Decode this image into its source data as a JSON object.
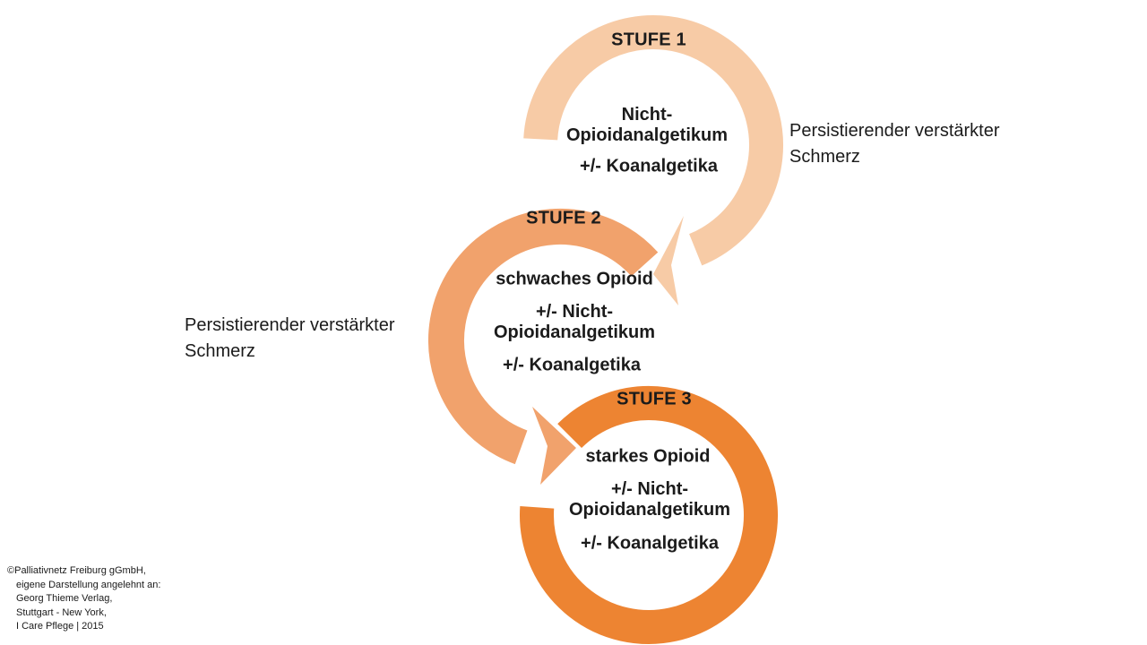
{
  "diagram": {
    "kind": "who-pain-ladder-cycle",
    "text_color": "#1B1B1B"
  },
  "stages": [
    {
      "label": "STUFE 1",
      "color": "#F7CBA6",
      "lines": [
        "Nicht-\nOpioidanalgetikum",
        "+/- Koanalgetika"
      ]
    },
    {
      "label": "STUFE 2",
      "color": "#F1A26C",
      "lines": [
        "schwaches Opioid",
        "+/- Nicht-\nOpioidanalgetikum",
        "+/- Koanalgetika"
      ]
    },
    {
      "label": "STUFE 3",
      "color": "#ED8432",
      "lines": [
        "starkes Opioid",
        "+/- Nicht-\nOpioidanalgetikum",
        "+/- Koanalgetika"
      ]
    }
  ],
  "annotations": {
    "right": "Persistierender verstärkter\nSchmerz",
    "left": "Persistierender verstärkter\nSchmerz"
  },
  "credit": {
    "lines": [
      "©Palliativnetz Freiburg gGmbH,",
      "eigene Darstellung angelehnt an:",
      "Georg Thieme Verlag,",
      "Stuttgart - New York,",
      "I Care Pflege | 2015"
    ]
  }
}
